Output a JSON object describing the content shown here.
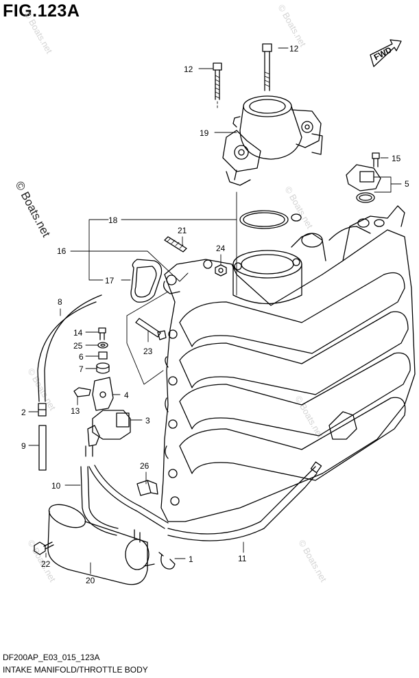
{
  "figure": {
    "title": "FIG.123A",
    "code": "DF200AP_E03_015_123A",
    "description": "INTAKE MANIFOLD/THROTTLE BODY"
  },
  "direction_tag": "FWD",
  "watermark": {
    "text": "© Boats.net"
  },
  "callouts": {
    "c1": "1",
    "c2": "2",
    "c3": "3",
    "c4": "4",
    "c5": "5",
    "c6": "6",
    "c7": "7",
    "c8": "8",
    "c9": "9",
    "c10": "10",
    "c11": "11",
    "c12a": "12",
    "c12b": "12",
    "c13": "13",
    "c14": "14",
    "c15": "15",
    "c16": "16",
    "c17": "17",
    "c18": "18",
    "c19": "19",
    "c20": "20",
    "c21": "21",
    "c22": "22",
    "c23": "23",
    "c24": "24",
    "c25": "25",
    "c26": "26"
  }
}
